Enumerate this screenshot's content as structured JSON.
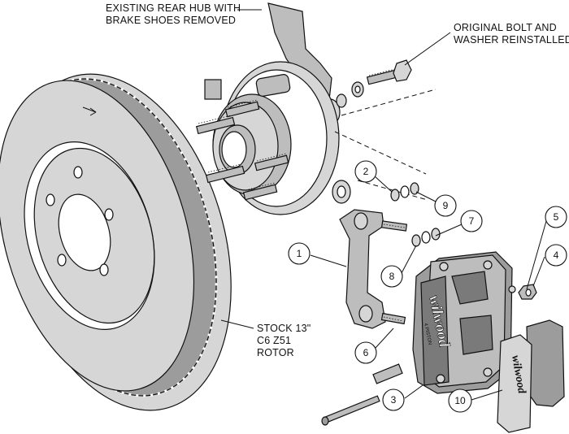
{
  "labels": {
    "hub": [
      "EXISTING REAR HUB WITH",
      "BRAKE SHOES REMOVED"
    ],
    "bolt": [
      "ORIGINAL BOLT AND",
      "WASHER REINSTALLED"
    ],
    "rotor": [
      "STOCK 13\"",
      "C6 Z51",
      "ROTOR"
    ]
  },
  "callouts": [
    "1",
    "2",
    "3",
    "4",
    "5",
    "6",
    "7",
    "8",
    "9",
    "10"
  ],
  "branding": {
    "caliper_logo": "wilwood",
    "caliper_sub": "4 PISTON",
    "pad_logo": "wilwood"
  }
}
